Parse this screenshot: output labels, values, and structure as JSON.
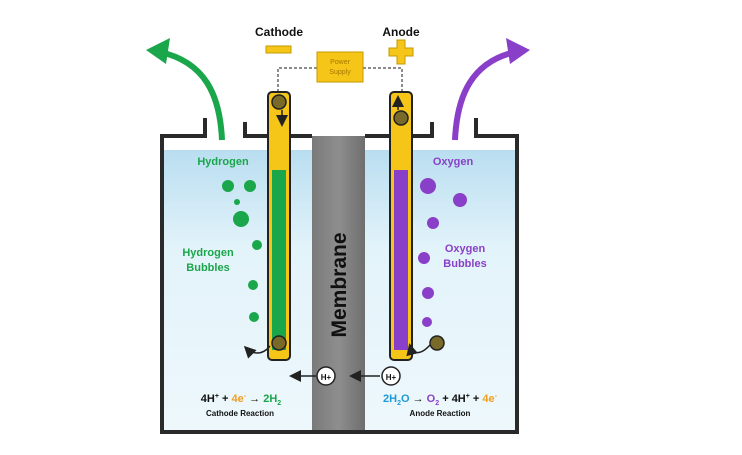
{
  "labels": {
    "cathode": "Cathode",
    "anode": "Anode",
    "power_supply_line1": "Power",
    "power_supply_line2": "Supply",
    "hydrogen": "Hydrogen",
    "oxygen": "Oxygen",
    "hydrogen_bubbles_line1": "Hydrogen",
    "hydrogen_bubbles_line2": "Bubbles",
    "oxygen_bubbles_line1": "Oxygen",
    "oxygen_bubbles_line2": "Bubbles",
    "membrane": "Membrane",
    "proton": "H+",
    "electron": "e-",
    "cathode_reaction_title": "Cathode Reaction",
    "anode_reaction_title": "Anode Reaction"
  },
  "reactions": {
    "cathode": {
      "reactant1": "4H",
      "sup1": "+",
      "plus1": " + ",
      "reactant2": "4e",
      "sup2": "-",
      "arrow": " → ",
      "product": "2H",
      "sub_product": "2"
    },
    "anode": {
      "reactant": "2H",
      "sub1": "2",
      "reactant_end": "O",
      "arrow": " → ",
      "product1": "O",
      "sub2": "2",
      "plus1": " + ",
      "product2": "4H",
      "sup1": "+",
      "plus2": " + ",
      "product3": "4e",
      "sup2": "-"
    }
  },
  "colors": {
    "hydrogen": "#1aa64a",
    "oxygen": "#8a3fc8",
    "electrode": "#f5c518",
    "membrane": "#707070",
    "water": "#d2ecf7",
    "electron_orange": "#f0a020",
    "formula_blue": "#1e9ad6"
  }
}
